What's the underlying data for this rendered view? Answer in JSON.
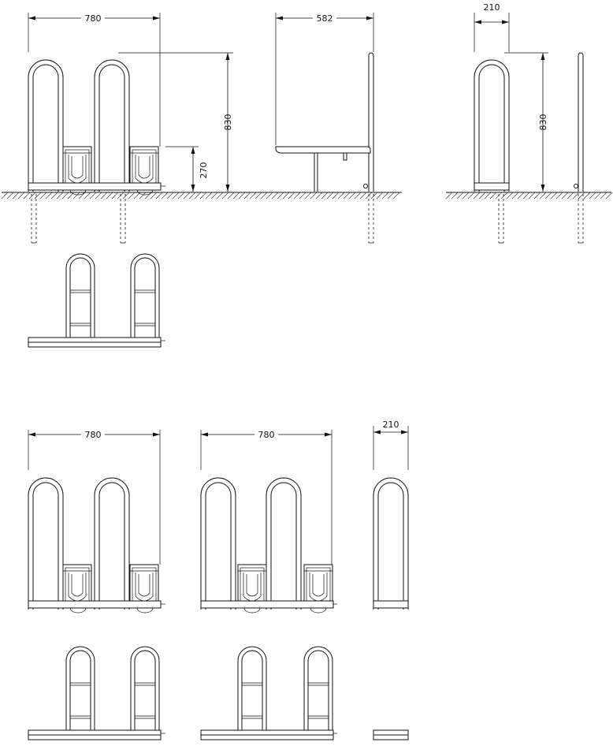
{
  "drawing": {
    "dimensions": {
      "front_top_width": "780",
      "front_top_height": "830",
      "front_top_seat_height": "270",
      "side_top_width": "582",
      "single_top_width": "210",
      "single_top_height": "830",
      "front_bottom_a_width": "780",
      "front_bottom_b_width": "780",
      "single_bottom_width": "210"
    },
    "colors": {
      "line": "#111111",
      "background": "#ffffff"
    }
  }
}
